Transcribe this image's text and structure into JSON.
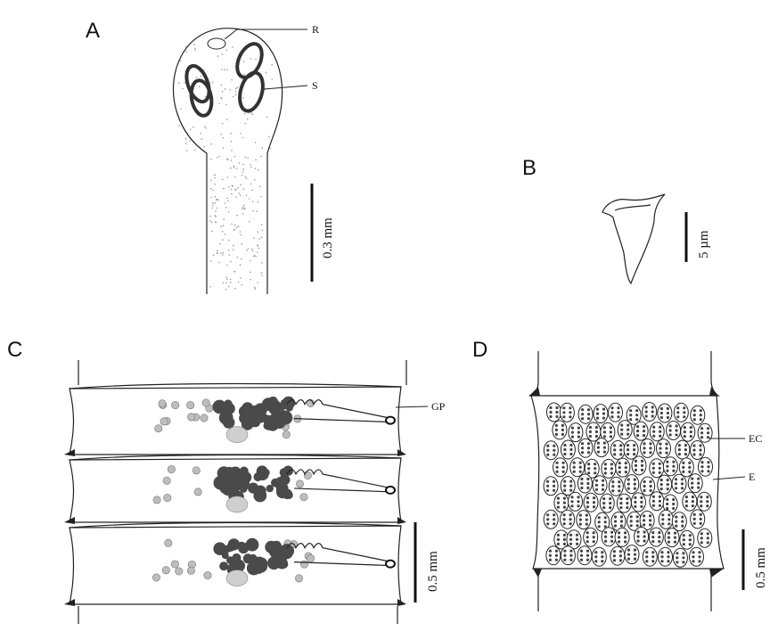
{
  "panels": {
    "a": {
      "label": "A",
      "sucker_label": "S",
      "rostellum_label": "R",
      "scale": "0.3 mm"
    },
    "b": {
      "label": "B",
      "scale": "5 µm"
    },
    "c": {
      "label": "C",
      "pore_label": "GP",
      "scale": "0.5 mm"
    },
    "d": {
      "label": "D",
      "capsule_label": "EC",
      "egg_label": "E",
      "scale": "0.5 mm"
    }
  },
  "colors": {
    "ink": "#222222",
    "stipple": "#9a9a9a",
    "ovary": "#4a4a4a",
    "testes": "#bdbdbd",
    "gland": "#cfcfcf"
  },
  "icons": [
    "scolex-drawing",
    "hook-drawing",
    "proglottid-drawing",
    "gravid-proglottid-drawing"
  ]
}
